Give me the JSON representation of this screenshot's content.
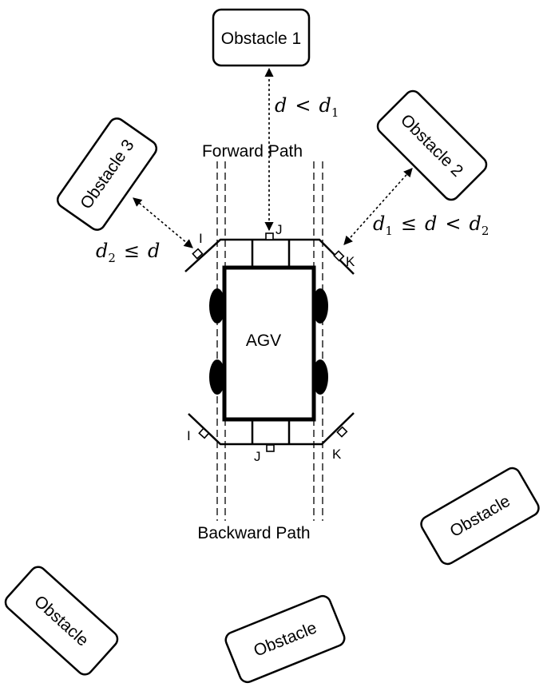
{
  "obstacles": {
    "o1": "Obstacle 1",
    "o2": "Obstacle 2",
    "o3": "Obstacle 3",
    "generic_a": "Obstacle",
    "generic_b": "Obstacle",
    "generic_c": "Obstacle"
  },
  "paths": {
    "forward": "Forward Path",
    "backward": "Backward Path"
  },
  "agv": {
    "label": "AGV"
  },
  "sensors": {
    "front_left": "I",
    "front_center": "J",
    "front_right": "K",
    "rear_left": "I",
    "rear_center": "J",
    "rear_right": "K"
  },
  "conditions": {
    "o1_d": "d",
    "o1_rel": "<",
    "o1_var": "d",
    "o1_sub": "1",
    "o2_var1": "d",
    "o2_sub1": "1",
    "o2_rel1": "≤",
    "o2_d": "d",
    "o2_rel2": "<",
    "o2_var2": "d",
    "o2_sub2": "2",
    "o3_var": "d",
    "o3_sub": "2",
    "o3_rel": "≤",
    "o3_d": "d"
  }
}
